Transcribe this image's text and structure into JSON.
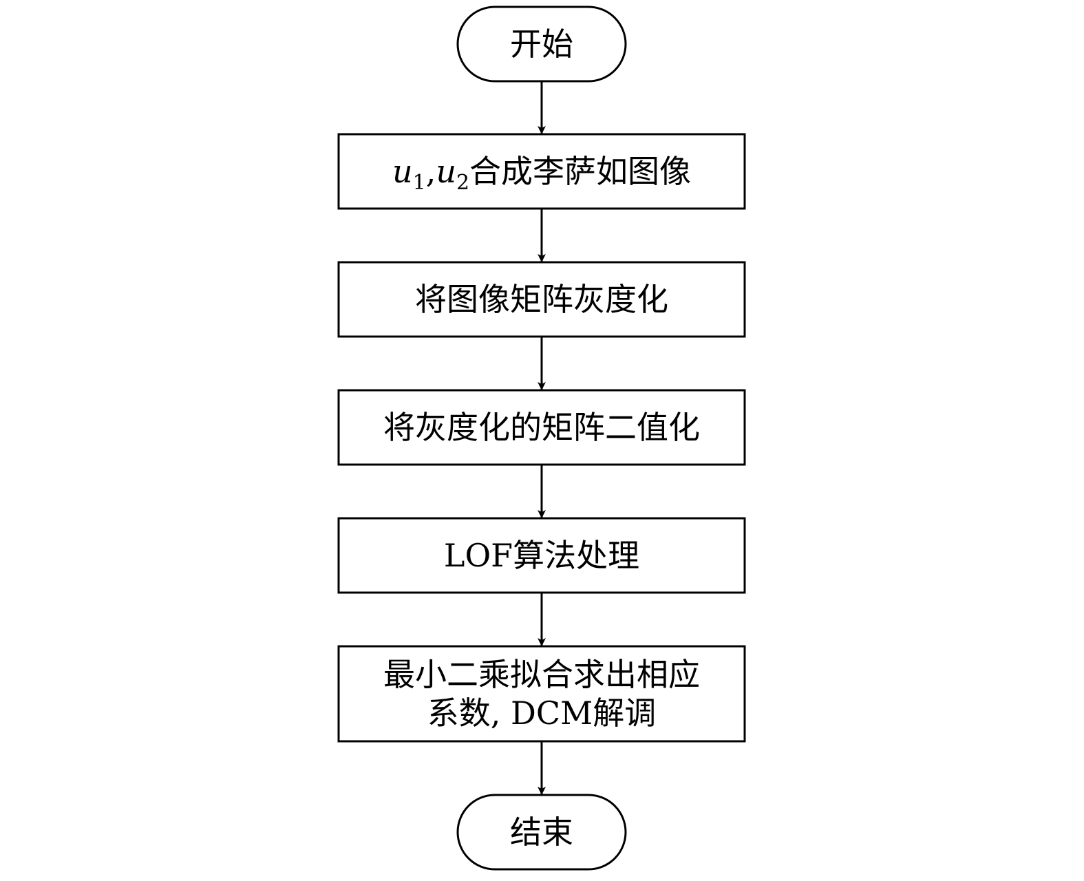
{
  "diagram": {
    "type": "flowchart",
    "nodes": [
      {
        "id": "start",
        "shape": "terminator",
        "lines": [
          "开始"
        ]
      },
      {
        "id": "step1",
        "shape": "process",
        "parts": [
          {
            "text": "u",
            "style": "math"
          },
          {
            "text": "1",
            "style": "sub"
          },
          {
            "text": ",",
            "style": "plain"
          },
          {
            "text": "u",
            "style": "math"
          },
          {
            "text": "2",
            "style": "sub"
          },
          {
            "text": "合成李萨如图像",
            "style": "plain"
          }
        ]
      },
      {
        "id": "step2",
        "shape": "process",
        "lines": [
          "将图像矩阵灰度化"
        ]
      },
      {
        "id": "step3",
        "shape": "process",
        "lines": [
          "将灰度化的矩阵二值化"
        ]
      },
      {
        "id": "step4",
        "shape": "process",
        "lines": [
          "LOF算法处理"
        ]
      },
      {
        "id": "step5",
        "shape": "process",
        "lines": [
          "最小二乘拟合求出相应",
          "系数, DCM解调"
        ]
      },
      {
        "id": "end",
        "shape": "terminator",
        "lines": [
          "结束"
        ]
      }
    ],
    "edges": [
      {
        "from": "start",
        "to": "step1"
      },
      {
        "from": "step1",
        "to": "step2"
      },
      {
        "from": "step2",
        "to": "step3"
      },
      {
        "from": "step3",
        "to": "step4"
      },
      {
        "from": "step4",
        "to": "step5"
      },
      {
        "from": "step5",
        "to": "end"
      }
    ]
  }
}
